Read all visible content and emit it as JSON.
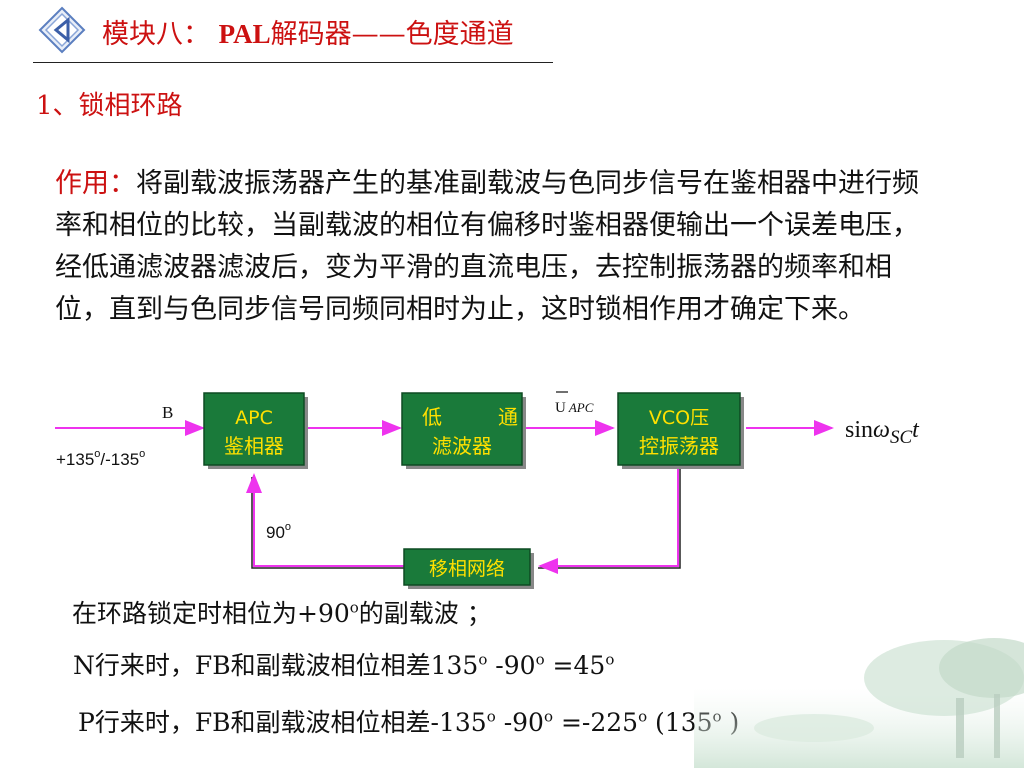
{
  "header": {
    "title_prefix": "模块八：",
    "title_latin": "PAL",
    "title_suffix": "解码器——色度通道"
  },
  "section_heading": "1、锁相环路",
  "body": {
    "lead": "作用：",
    "text": "将副载波振荡器产生的基准副载波与色同步信号在鉴相器中进行频率和相位的比较，当副载波的相位有偏移时鉴相器便输出一个误差电压，经低通滤波器滤波后，变为平滑的直流电压，去控制振荡器的频率和相位，直到与色同步信号同频同相时为止，这时锁相作用才确定下来。"
  },
  "diagram": {
    "input_label": "B",
    "input_phase_a": "+135",
    "input_phase_b": "/-135",
    "deg": "o",
    "apc_block": [
      "APC",
      "鉴相器"
    ],
    "lpf_block": [
      "低",
      "通",
      "滤波器"
    ],
    "vco_block": [
      "VCO压",
      "控振荡器"
    ],
    "phase_block": "移相网络",
    "uapc_u": "U",
    "uapc_sub": "APC",
    "output_sin": "sin",
    "output_omega": "ω",
    "output_sub": "SC",
    "output_t": "t",
    "feedback_phase": "90",
    "colors": {
      "block_fill": "#1a7a3a",
      "block_text": "#ffe000",
      "arrow": "#ee33ee",
      "line": "#222222"
    }
  },
  "notes": {
    "line1_a": "在环路锁定时相位为+90",
    "line1_b": "的副载波 ；",
    "line2_a": "N行来时，FB和副载波相位相差135",
    "line2_b": " -90",
    "line2_c": " =45",
    "line3_a": "P行来时，FB和副载波相位相差-135",
    "line3_b": " -90",
    "line3_c": " =-225",
    "line3_d": " (135",
    "line3_e": " )",
    "deg": "o"
  }
}
